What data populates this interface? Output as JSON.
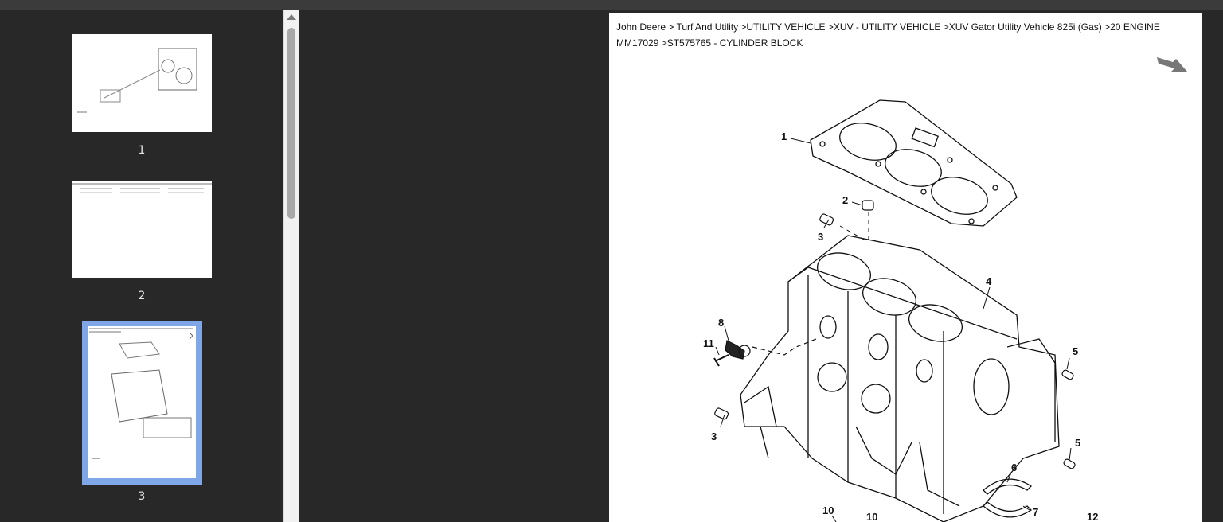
{
  "thumbnails": [
    {
      "label": "1",
      "selected": false
    },
    {
      "label": "2",
      "selected": false
    },
    {
      "label": "3",
      "selected": true
    }
  ],
  "page": {
    "breadcrumb": "John Deere > Turf And Utility >UTILITY VEHICLE >XUV - UTILITY VEHICLE >XUV Gator Utility Vehicle 825i (Gas) >20 ENGINE MM17029 >ST575765 - CYLINDER BLOCK",
    "callouts": [
      "1",
      "2",
      "3",
      "4",
      "8",
      "11",
      "5",
      "3",
      "5",
      "6",
      "7",
      "10",
      "10",
      "12"
    ]
  },
  "icons": {
    "next": "arrow-right-icon"
  }
}
